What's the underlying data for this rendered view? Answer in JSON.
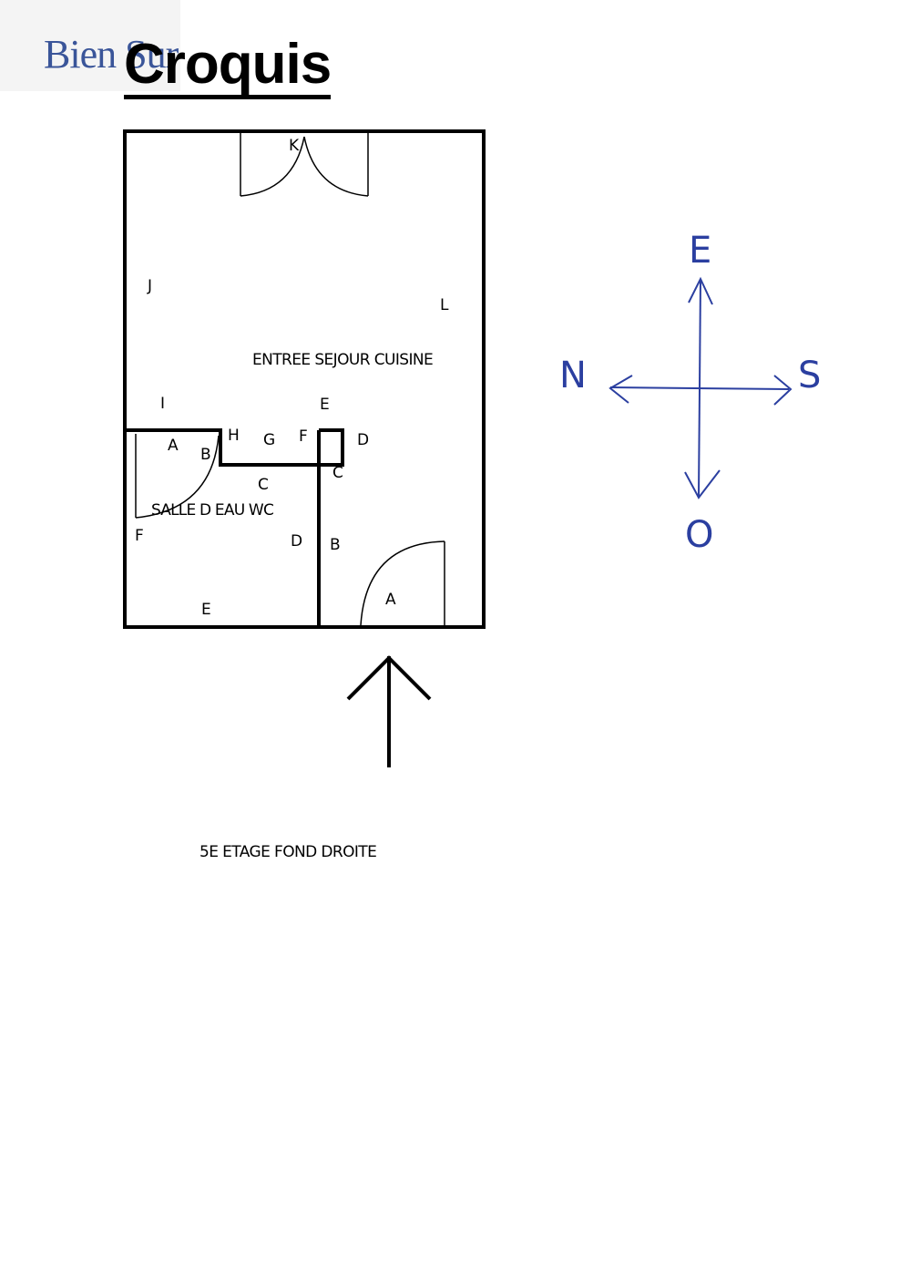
{
  "logo": {
    "brand": "Bien Sur"
  },
  "title": "Croquis",
  "rooms": {
    "main": "ENTREE SEJOUR CUISINE",
    "bath": "SALLE D EAU WC"
  },
  "wall_labels": {
    "k": "K",
    "j": "J",
    "l": "L",
    "i": "I",
    "e_top": "E",
    "a_bath": "A",
    "b_bath": "B",
    "h": "H",
    "g": "G",
    "f_top": "F",
    "d_top": "D",
    "c_mid": "C",
    "c_small": "C",
    "f_left": "F",
    "d_mid": "D",
    "b_right": "B",
    "a_entry": "A",
    "e_bottom": "E"
  },
  "compass": {
    "north": "N",
    "east": "E",
    "south": "S",
    "west": "O"
  },
  "floor_caption": "5E ETAGE FOND DROITE",
  "colors": {
    "ink": "#000000",
    "compass": "#2b3fa0",
    "logo": "#3a5599"
  }
}
